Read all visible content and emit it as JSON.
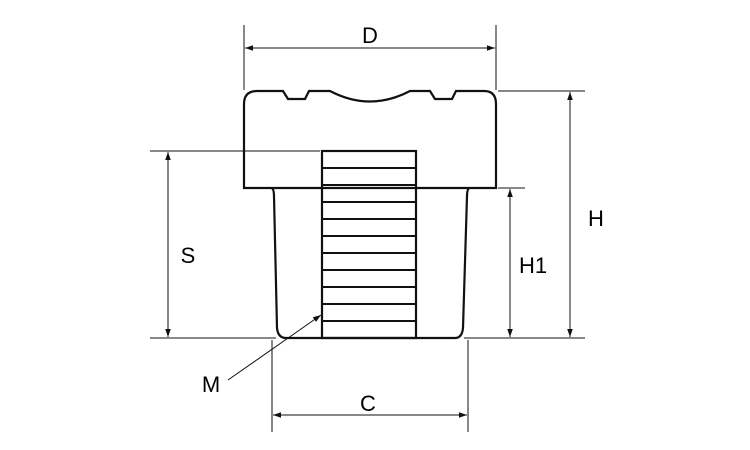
{
  "diagram": {
    "labels": {
      "d": "D",
      "h": "H",
      "h1": "H1",
      "s": "S",
      "c": "C",
      "m": "M"
    },
    "thread_line_count": 11
  }
}
